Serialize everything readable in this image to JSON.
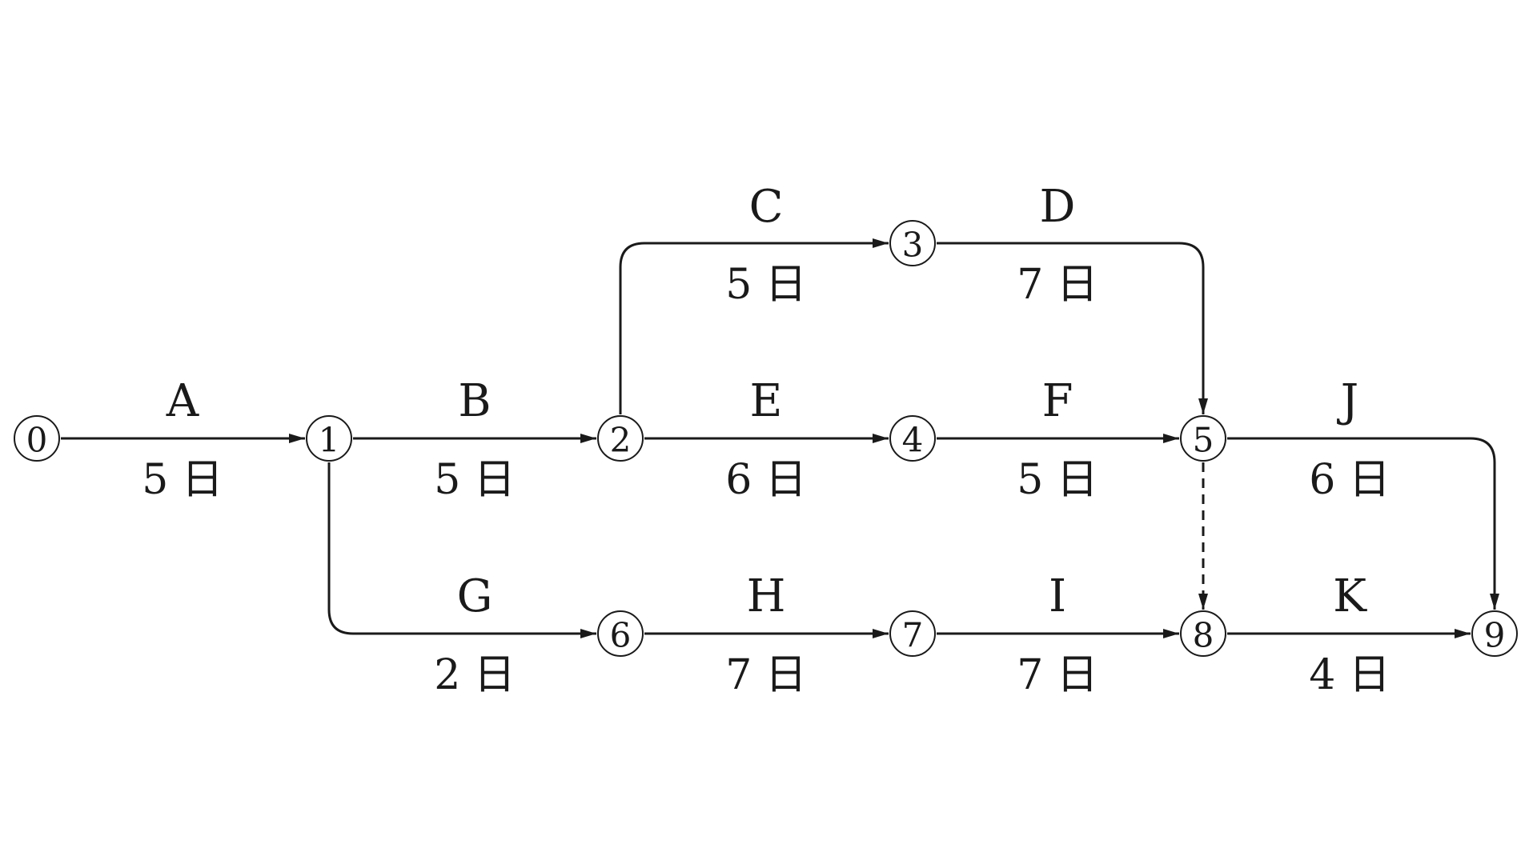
{
  "nodes": [
    {
      "id": "n0",
      "label": "0"
    },
    {
      "id": "n1",
      "label": "1"
    },
    {
      "id": "n2",
      "label": "2"
    },
    {
      "id": "n3",
      "label": "3"
    },
    {
      "id": "n4",
      "label": "4"
    },
    {
      "id": "n5",
      "label": "5"
    },
    {
      "id": "n6",
      "label": "6"
    },
    {
      "id": "n7",
      "label": "7"
    },
    {
      "id": "n8",
      "label": "8"
    },
    {
      "id": "n9",
      "label": "9"
    }
  ],
  "activities": [
    {
      "id": "A",
      "name": "A",
      "duration": "5 日",
      "from": "0",
      "to": "1"
    },
    {
      "id": "B",
      "name": "B",
      "duration": "5 日",
      "from": "1",
      "to": "2"
    },
    {
      "id": "C",
      "name": "C",
      "duration": "5 日",
      "from": "2",
      "to": "3"
    },
    {
      "id": "D",
      "name": "D",
      "duration": "7 日",
      "from": "3",
      "to": "5"
    },
    {
      "id": "E",
      "name": "E",
      "duration": "6 日",
      "from": "2",
      "to": "4"
    },
    {
      "id": "F",
      "name": "F",
      "duration": "5 日",
      "from": "4",
      "to": "5"
    },
    {
      "id": "G",
      "name": "G",
      "duration": "2 日",
      "from": "1",
      "to": "6"
    },
    {
      "id": "H",
      "name": "H",
      "duration": "7 日",
      "from": "6",
      "to": "7"
    },
    {
      "id": "I",
      "name": "I",
      "duration": "7 日",
      "from": "7",
      "to": "8"
    },
    {
      "id": "J",
      "name": "J",
      "duration": "6 日",
      "from": "5",
      "to": "9"
    },
    {
      "id": "K",
      "name": "K",
      "duration": "4 日",
      "from": "8",
      "to": "9"
    }
  ],
  "dummy_activities": [
    {
      "from": "5",
      "to": "8",
      "style": "dashed"
    }
  ]
}
